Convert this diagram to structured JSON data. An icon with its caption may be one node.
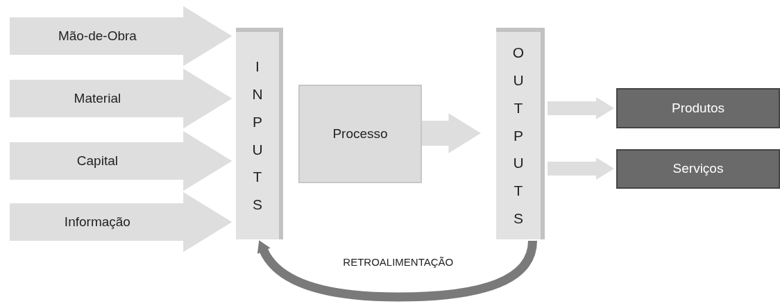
{
  "diagram": {
    "nodes": [
      {
        "text": [
          "INPUTS"
        ]
      },
      {
        "text": [
          "Processo"
        ]
      },
      {
        "text": [
          "OUTPUTS"
        ]
      },
      {
        "text": [
          "Produtos"
        ]
      },
      {
        "text": [
          "Serviços"
        ]
      }
    ],
    "edges": [
      {
        "from": null,
        "to": 0,
        "arrow": "to",
        "label": "Mão-de-Obra"
      },
      {
        "from": null,
        "to": 0,
        "arrow": "to",
        "label": "Material"
      },
      {
        "from": null,
        "to": 0,
        "arrow": "to",
        "label": "Capital"
      },
      {
        "from": null,
        "to": 0,
        "arrow": "to",
        "label": "Informação"
      },
      {
        "from": 1,
        "to": 2,
        "arrow": "to"
      },
      {
        "from": 2,
        "to": 3,
        "arrow": "to"
      },
      {
        "from": 2,
        "to": 4,
        "arrow": "to"
      },
      {
        "from": 2,
        "to": 0,
        "arrow": "to",
        "label": "RETROALIMENTAÇÃO",
        "color": "#7a7a7a"
      }
    ]
  }
}
